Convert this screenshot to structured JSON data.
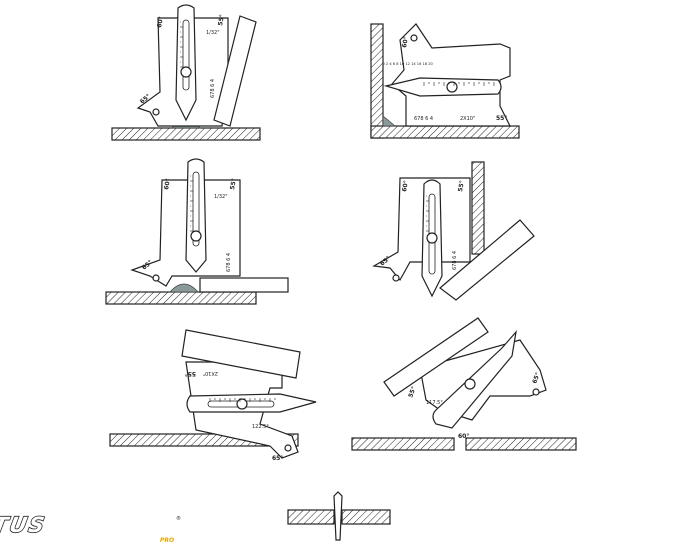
{
  "labels": {
    "deg55": "55°",
    "deg60": "60°",
    "deg65": "65°",
    "fraction": "1/32\"",
    "scale_a": "2X10\"",
    "scale_b": "678 6 4",
    "scale_c": "122.5°",
    "scale_d": "117.5°",
    "scale_nums": "0 2 4 6 8 10 12 14 16 18 20"
  },
  "logo": {
    "text": "SPARTUS",
    "sub": "PRO",
    "mark": "®"
  },
  "colors": {
    "weld": "#8a9a9a",
    "logo_accent": "#e6a800",
    "line": "#222222"
  }
}
